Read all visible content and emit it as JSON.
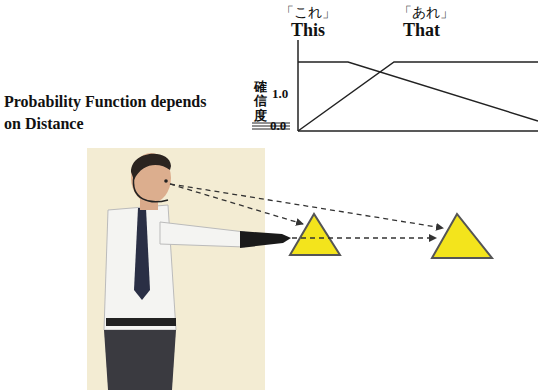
{
  "diagram": {
    "labels": [
      "「これ」",
      "This",
      "「あれ」",
      "That",
      "Probability Function depends on Distance",
      "確信度",
      "1.0",
      "0.0"
    ]
  }
}
